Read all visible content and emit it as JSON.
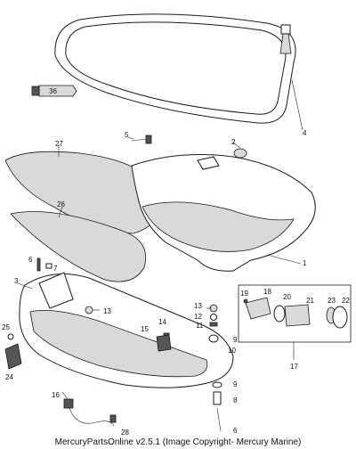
{
  "caption": "MercuryPartsOnline v2.5.1 (Image Copyright- Mercury Marine)",
  "callouts": [
    "1",
    "2",
    "3",
    "4",
    "5",
    "6",
    "6",
    "7",
    "8",
    "9",
    "9",
    "10",
    "11",
    "12",
    "13",
    "13",
    "14",
    "15",
    "16",
    "17",
    "18",
    "19",
    "20",
    "21",
    "22",
    "23",
    "24",
    "25",
    "26",
    "27",
    "28"
  ],
  "tube_label": "36"
}
